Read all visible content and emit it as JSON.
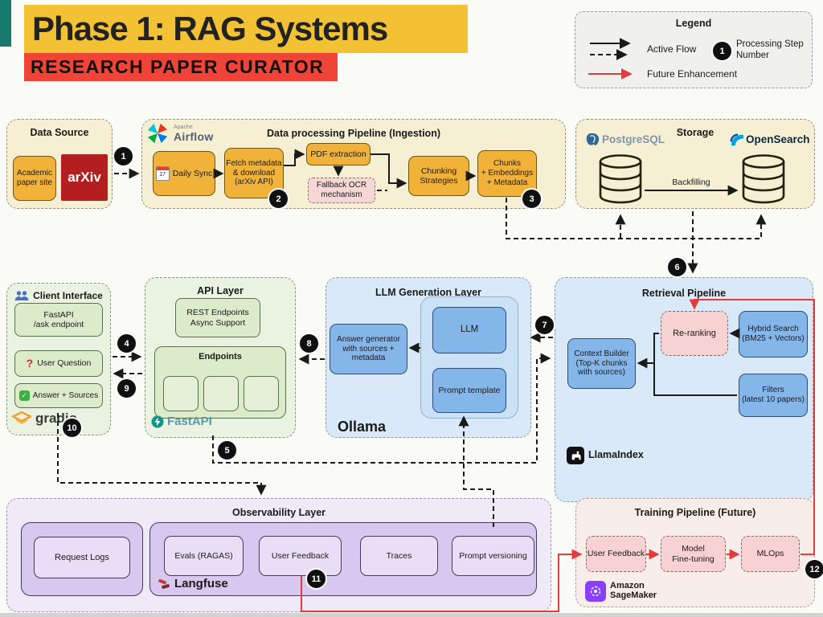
{
  "header": {
    "title": "Phase 1: RAG Systems",
    "subtitle": "RESEARCH PAPER CURATOR"
  },
  "legend": {
    "title": "Legend",
    "active_flow": "Active Flow",
    "future": "Future Enhancement",
    "step_label": "Processing Step Number",
    "sample": "1"
  },
  "data_source": {
    "title": "Data Source",
    "academic": "Academic\npaper site",
    "arxiv": "arXiv"
  },
  "ingestion": {
    "title": "Data processing Pipeline (Ingestion)",
    "apache": "Apache",
    "airflow": "Airflow",
    "daily_sync": "Daily Sync",
    "calendar_day": "17",
    "fetch": "Fetch metadata\n& download\n(arXiv API)",
    "pdf": "PDF extraction",
    "ocr": "Fallback OCR\nmechanism",
    "chunking": "Chunking\nStrategies",
    "chunks": "Chunks\n+ Embeddings\n+ Metadata"
  },
  "storage": {
    "title": "Storage",
    "postgresql": "PostgreSQL",
    "opensearch": "OpenSearch",
    "backfilling": "Backfilling"
  },
  "client": {
    "title": "Client Interface",
    "fastapi_endpoint": "FastAPI\n/ask endpoint",
    "qmark": "?",
    "user_question": "User Question",
    "check": "✓",
    "answer_sources": "Answer + Sources",
    "gradio": "gradio"
  },
  "api": {
    "title": "API Layer",
    "rest": "REST Endpoints\nAsync Support",
    "endpoints": "Endpoints",
    "fastapi": "FastAPI"
  },
  "llm": {
    "title": "LLM Generation Layer",
    "llm": "LLM",
    "prompt_template": "Prompt template",
    "answer_generator": "Answer generator\nwith sources +\nmetadata",
    "ollama": "Ollama"
  },
  "retrieval": {
    "title": "Retrieval Pipeline",
    "reranking": "Re-ranking",
    "hybrid": "Hybrid Search\n(BM25 + Vectors)",
    "context_builder": "Context Builder\n(Top-K chunks\nwith sources)",
    "filters": "Filters\n(latest 10 papers)",
    "llamaindex": "LlamaIndex"
  },
  "observability": {
    "title": "Observability Layer",
    "request_logs": "Request Logs",
    "evals": "Evals (RAGAS)",
    "user_feedback": "User Feedback",
    "traces": "Traces",
    "prompt_versioning": "Prompt versioning",
    "langfuse": "Langfuse"
  },
  "training": {
    "title": "Training Pipeline (Future)",
    "user_feedback": "User Feedback",
    "fine_tuning": "Model\nFine-tuning",
    "mlops": "MLOps",
    "sagemaker": "Amazon\nSageMaker"
  },
  "steps": {
    "s1": "1",
    "s2": "2",
    "s3": "3",
    "s4": "4",
    "s5": "5",
    "s6": "6",
    "s7": "7",
    "s8": "8",
    "s9": "9",
    "s10": "10",
    "s11": "11",
    "s12": "12"
  },
  "colors": {
    "accent_yellow": "#f2c134",
    "accent_red": "#f04438",
    "future_red": "#e23b3b",
    "step_circle": "#101010",
    "arxiv_red": "#b31f1f"
  }
}
